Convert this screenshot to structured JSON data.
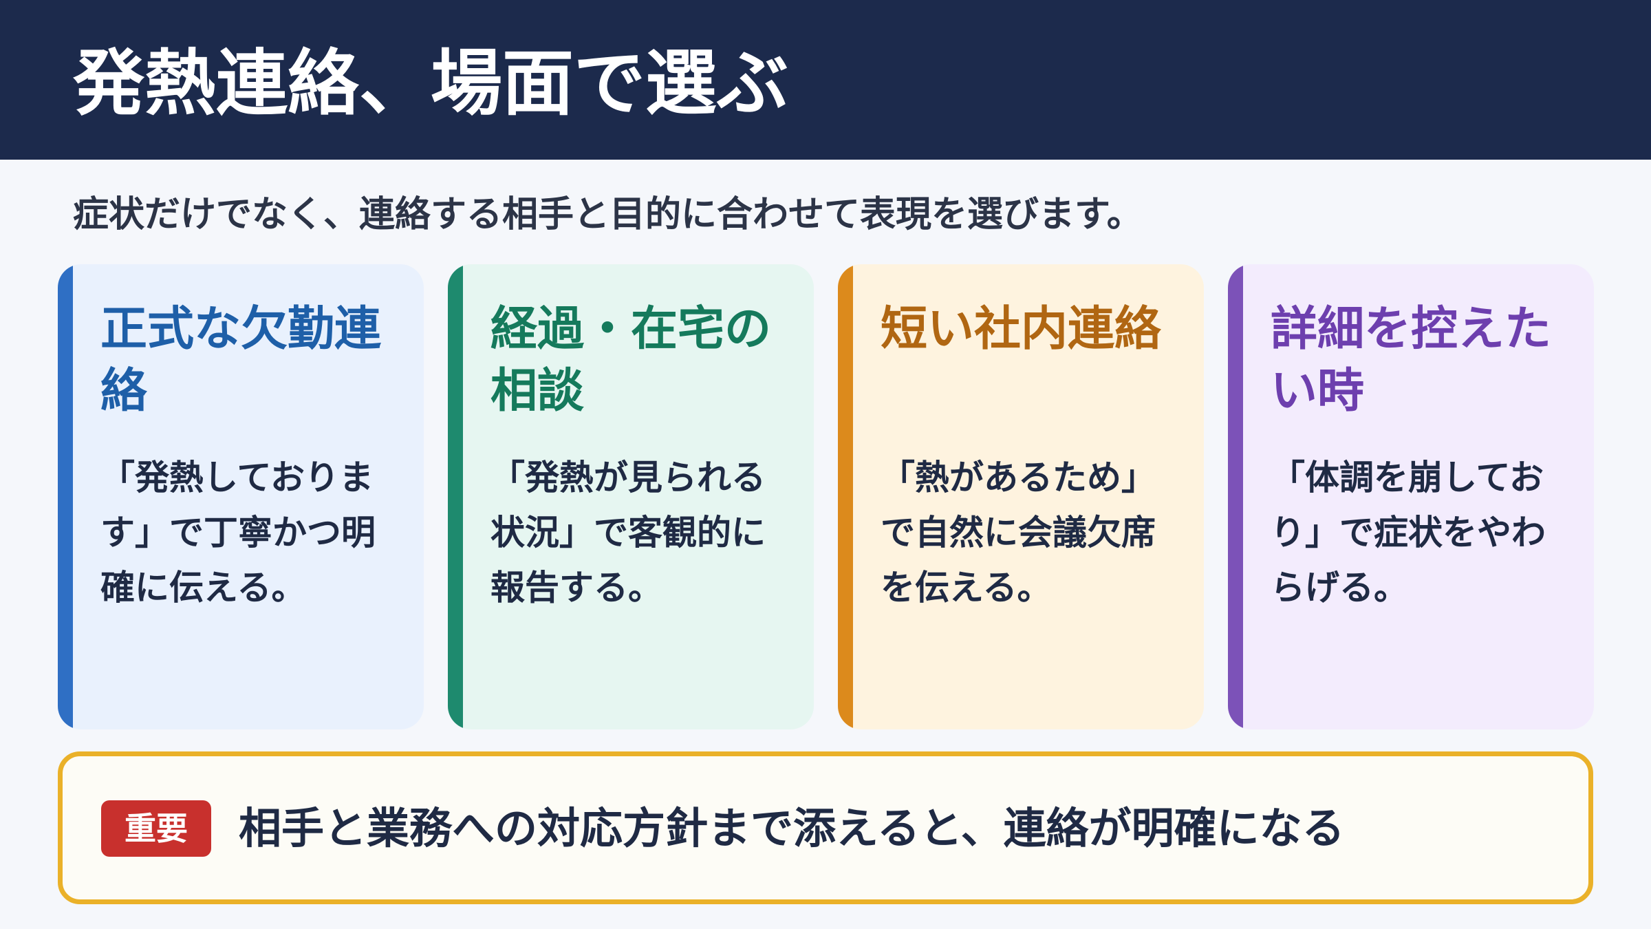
{
  "header": {
    "title": "発熱連絡、場面で選ぶ"
  },
  "subtitle": "症状だけでなく、連絡する相手と目的に合わせて表現を選びます。",
  "cards": [
    {
      "title": "正式な欠勤連絡",
      "body": "「発熱しております」で丁寧かつ明確に伝える。",
      "accent_color": "#2f6fc4"
    },
    {
      "title": "経過・在宅の相談",
      "body": "「発熱が見られる状況」で客観的に報告する。",
      "accent_color": "#1e8a6e"
    },
    {
      "title": "短い社内連絡",
      "body": "「熱があるため」で自然に会議欠席を伝える。",
      "accent_color": "#dc8a1c"
    },
    {
      "title": "詳細を控えたい時",
      "body": "「体調を崩しており」で症状をやわらげる。",
      "accent_color": "#7c52b8"
    }
  ],
  "notice": {
    "badge": "重要",
    "text": "相手と業務への対応方針まで添えると、連絡が明確になる",
    "border_color": "#eab129",
    "badge_color": "#c8302d"
  }
}
